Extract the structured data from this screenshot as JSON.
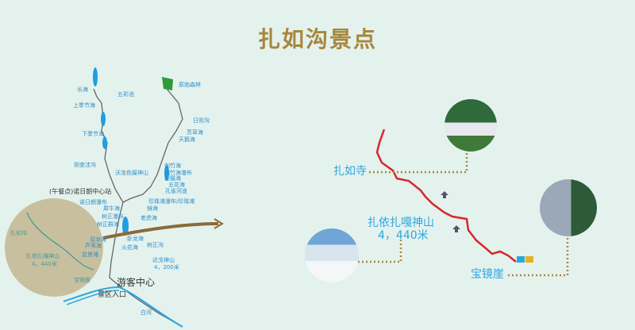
{
  "title": "扎如沟景点",
  "left_map": {
    "labels": [
      "长海",
      "五彩池",
      "上季节海",
      "下季节海",
      "则查洼沟",
      "原始森林",
      "日则沟",
      "芳草海",
      "天鹅海",
      "剑竹海",
      "剑竹海瀑布",
      "熊猫海",
      "五花海",
      "孔雀河道",
      "沃洛色嫫神山",
      "(午餐点)诺日朗中心站",
      "诺日朗瀑布",
      "珍珠滩瀑布/珍珠滩",
      "镜海",
      "犀牛海",
      "树正瀑布",
      "老虎海",
      "树正群海",
      "扎如沟",
      "双龙海",
      "芦苇海",
      "盆景滩",
      "卧龙海",
      "火花海",
      "树正沟",
      "达戈神山",
      "4，200米",
      "扎依扎嘎神山",
      "4，440米",
      "宝镜崖",
      "游客中心",
      "景区入口",
      "白河"
    ]
  },
  "right_map": {
    "temple": "扎如寺",
    "mountain": "扎依扎嘎神山",
    "mountain_height": "4，440米",
    "cliff": "宝镜崖"
  },
  "colors": {
    "title": "#a8873a",
    "route": "#d8262e",
    "label": "#2ea6dc",
    "highlight": "#c8bf9e",
    "arrow": "#8a6a3a"
  }
}
